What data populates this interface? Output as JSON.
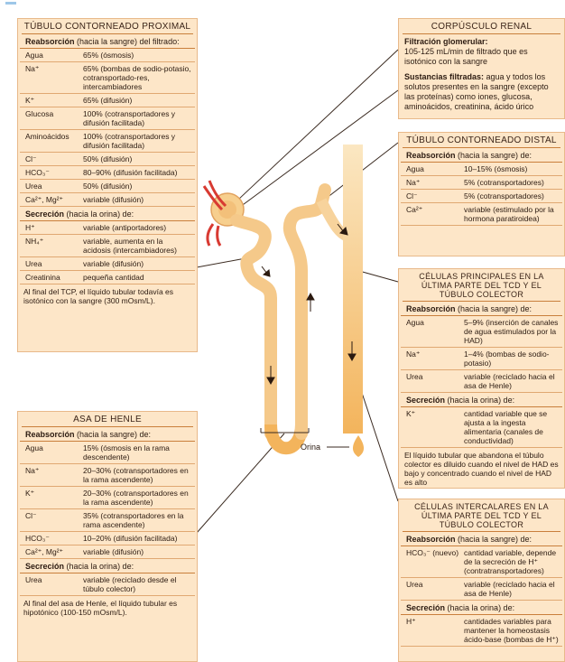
{
  "proximal": {
    "title": "TÚBULO CONTORNEADO PROXIMAL",
    "reabs_label": "Reabsorción",
    "reabs_rest": " (hacia la sangre) del filtrado:",
    "reabs": [
      {
        "k": "Agua",
        "v": "65% (ósmosis)"
      },
      {
        "k": "Na⁺",
        "v": "65% (bombas de sodio-potasio, cotransportado-res, intercambiadores"
      },
      {
        "k": "K⁺",
        "v": "65% (difusión)"
      },
      {
        "k": "Glucosa",
        "v": "100% (cotransportadores y difusión facilitada)"
      },
      {
        "k": "Aminoácidos",
        "v": "100% (cotransportadores y difusión facilitada)"
      },
      {
        "k": "Cl⁻",
        "v": "50% (difusión)"
      },
      {
        "k": "HCO₃⁻",
        "v": "80–90% (difusión facilitada)"
      },
      {
        "k": "Urea",
        "v": "50% (difusión)"
      },
      {
        "k": "Ca²⁺, Mg²⁺",
        "v": "variable (difusión)"
      }
    ],
    "sec_label": "Secreción",
    "sec_rest": " (hacia la orina) de:",
    "sec": [
      {
        "k": "H⁺",
        "v": "variable (antiportadores)"
      },
      {
        "k": "NH₄⁺",
        "v": "variable, aumenta en la acidosis (intercambiadores)"
      },
      {
        "k": "Urea",
        "v": "variable (difusión)"
      },
      {
        "k": "Creatinina",
        "v": "pequeña cantidad"
      }
    ],
    "note": "Al final del TCP, el líquido tubular todavía es isotónico con la sangre (300 mOsm/L)."
  },
  "corpusculo": {
    "title": "CORPÚSCULO RENAL",
    "fg_label": "Filtración glomerular:",
    "fg_text": "105-125 mL/min de filtrado que es isotónico con la sangre",
    "sf_label": "Sustancias filtradas:",
    "sf_text": " agua y todos los solutos presentes en la sangre (excepto las proteínas) como iones, glucosa, aminoácidos, creatinina, ácido úrico"
  },
  "distal": {
    "title": "TÚBULO CONTORNEADO DISTAL",
    "reabs_label": "Reabsorción",
    "reabs_rest": " (hacia la sangre) de:",
    "reabs": [
      {
        "k": "Agua",
        "v": "10–15% (ósmosis)"
      },
      {
        "k": "Na⁺",
        "v": "5% (cotransportadores)"
      },
      {
        "k": "Cl⁻",
        "v": "5% (cotransportadores)"
      },
      {
        "k": "Ca²⁺",
        "v": "variable (estimulado por la hormona paratiroidea)"
      }
    ]
  },
  "principales": {
    "title": "CÉLULAS PRINCIPALES EN LA ÚLTIMA PARTE DEL TCD Y EL TÚBULO COLECTOR",
    "reabs_label": "Reabsorción",
    "reabs_rest": " (hacia la sangre) de:",
    "reabs": [
      {
        "k": "Agua",
        "v": "5–9% (inserción de canales de agua estimulados por la HAD)"
      },
      {
        "k": "Na⁺",
        "v": "1–4% (bombas de sodio-potasio)"
      },
      {
        "k": "Urea",
        "v": "variable (reciclado hacia el asa de Henle)"
      }
    ],
    "sec_label": "Secreción",
    "sec_rest": " (hacia la orina) de:",
    "sec": [
      {
        "k": "K⁺",
        "v": "cantidad variable que se ajusta a la ingesta alimentaria (canales de conductividad)"
      }
    ],
    "note": "El líquido tubular que abandona el túbulo colector es diluido cuando el nivel de HAD es bajo y concentrado cuando el nivel de HAD es alto"
  },
  "henle": {
    "title": "ASA DE HENLE",
    "reabs_label": "Reabsorción",
    "reabs_rest": " (hacia la sangre) de:",
    "reabs": [
      {
        "k": "Agua",
        "v": "15% (ósmosis en la rama descendente)"
      },
      {
        "k": "Na⁺",
        "v": "20–30% (cotransportadores en la rama ascendente)"
      },
      {
        "k": "K⁺",
        "v": "20–30% (cotransportadores en la rama ascendente)"
      },
      {
        "k": "Cl⁻",
        "v": "35% (cotransportadores en la rama ascendente)"
      },
      {
        "k": "HCO₃⁻",
        "v": "10–20% (difusión facilitada)"
      },
      {
        "k": "Ca²⁺, Mg²⁺",
        "v": "variable (difusión)"
      }
    ],
    "sec_label": "Secreción",
    "sec_rest": " (hacia la orina) de:",
    "sec": [
      {
        "k": "Urea",
        "v": "variable (reciclado desde el túbulo colector)"
      }
    ],
    "note": "Al final del asa de Henle, el líquido tubular es hipotónico (100-150 mOsm/L)."
  },
  "intercalares": {
    "title": "CÉLULAS INTERCALARES EN LA ÚLTIMA PARTE DEL TCD Y EL TÚBULO COLECTOR",
    "reabs_label": "Reabsorción",
    "reabs_rest": " (hacia la sangre) de:",
    "reabs": [
      {
        "k": "HCO₃⁻ (nuevo)",
        "v": "cantidad variable, depende de la secreción de H⁺ (contratransportadores)"
      },
      {
        "k": "Urea",
        "v": "variable (reciclado hacia el asa de Henle)"
      }
    ],
    "sec_label": "Secreción",
    "sec_rest": " (hacia la orina) de:",
    "sec": [
      {
        "k": "H⁺",
        "v": "cantidades variables para mantener la homeostasis ácido-base (bombas de H⁺)"
      }
    ]
  },
  "diagram": {
    "orina_label": "Orina",
    "tubule_color": "#f7cf8e",
    "vessel_color": "#d83a32",
    "panel_fill": "#fde6c8"
  }
}
